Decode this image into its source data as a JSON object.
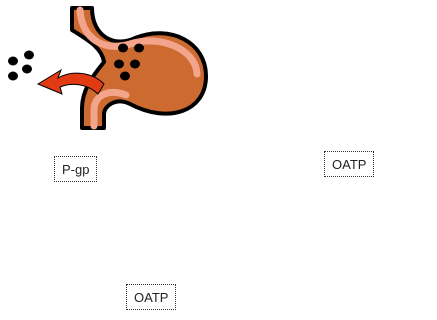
{
  "labels": {
    "pgp": "P-gp",
    "oatp_right": "OATP",
    "oatp_bottom": "OATP"
  },
  "colors": {
    "stomach_fill": "#cc6a2f",
    "stomach_lining": "#f3a58b",
    "outline": "#000000",
    "efflux_arrow": "#e23a12",
    "inhibitor_bolt": "#ffff00",
    "drug_dot": "#000000"
  },
  "icons": {
    "efflux_arrow": "curved-arrow-icon",
    "uptake_arrow": "double-arrow-icon",
    "inhibitor": "lightning-bolt-icon",
    "organ": "stomach-icon",
    "molecule": "dot-icon"
  }
}
